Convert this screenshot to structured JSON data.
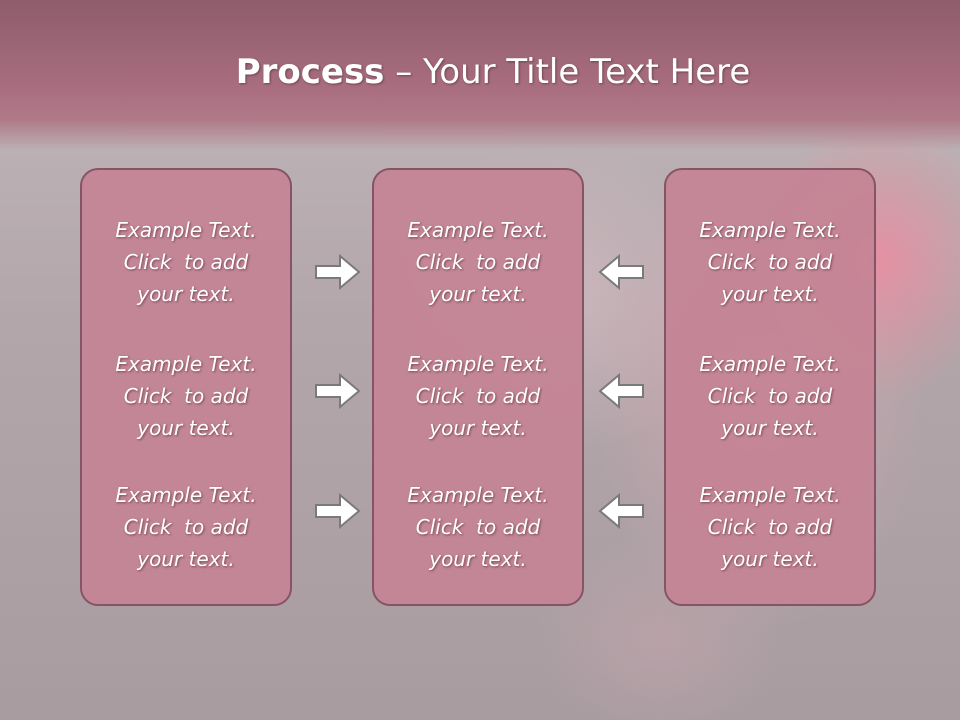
{
  "slide": {
    "title_bold": "Process",
    "title_rest": " – Your Title Text Here"
  },
  "columns": [
    {
      "items": [
        {
          "line1": "Example Text.",
          "line2": "Click  to add",
          "line3": "your text."
        },
        {
          "line1": "Example Text.",
          "line2": "Click  to add",
          "line3": "your text."
        },
        {
          "line1": "Example Text.",
          "line2": "Click  to add",
          "line3": "your text."
        }
      ]
    },
    {
      "items": [
        {
          "line1": "Example Text.",
          "line2": "Click  to add",
          "line3": "your text."
        },
        {
          "line1": "Example Text.",
          "line2": "Click  to add",
          "line3": "your text."
        },
        {
          "line1": "Example Text.",
          "line2": "Click  to add",
          "line3": "your text."
        }
      ]
    },
    {
      "items": [
        {
          "line1": "Example Text.",
          "line2": "Click  to add",
          "line3": "your text."
        },
        {
          "line1": "Example Text.",
          "line2": "Click  to add",
          "line3": "your text."
        },
        {
          "line1": "Example Text.",
          "line2": "Click  to add",
          "line3": "your text."
        }
      ]
    }
  ],
  "icons": {
    "left_arrows": "arrow-right-icon",
    "right_arrows": "arrow-left-icon"
  },
  "colors": {
    "title_band": "#a76c7e",
    "box_fill": "#c48395",
    "box_border": "#855466",
    "arrow_fill": "#ffffff",
    "arrow_stroke": "#7a7a7a"
  }
}
